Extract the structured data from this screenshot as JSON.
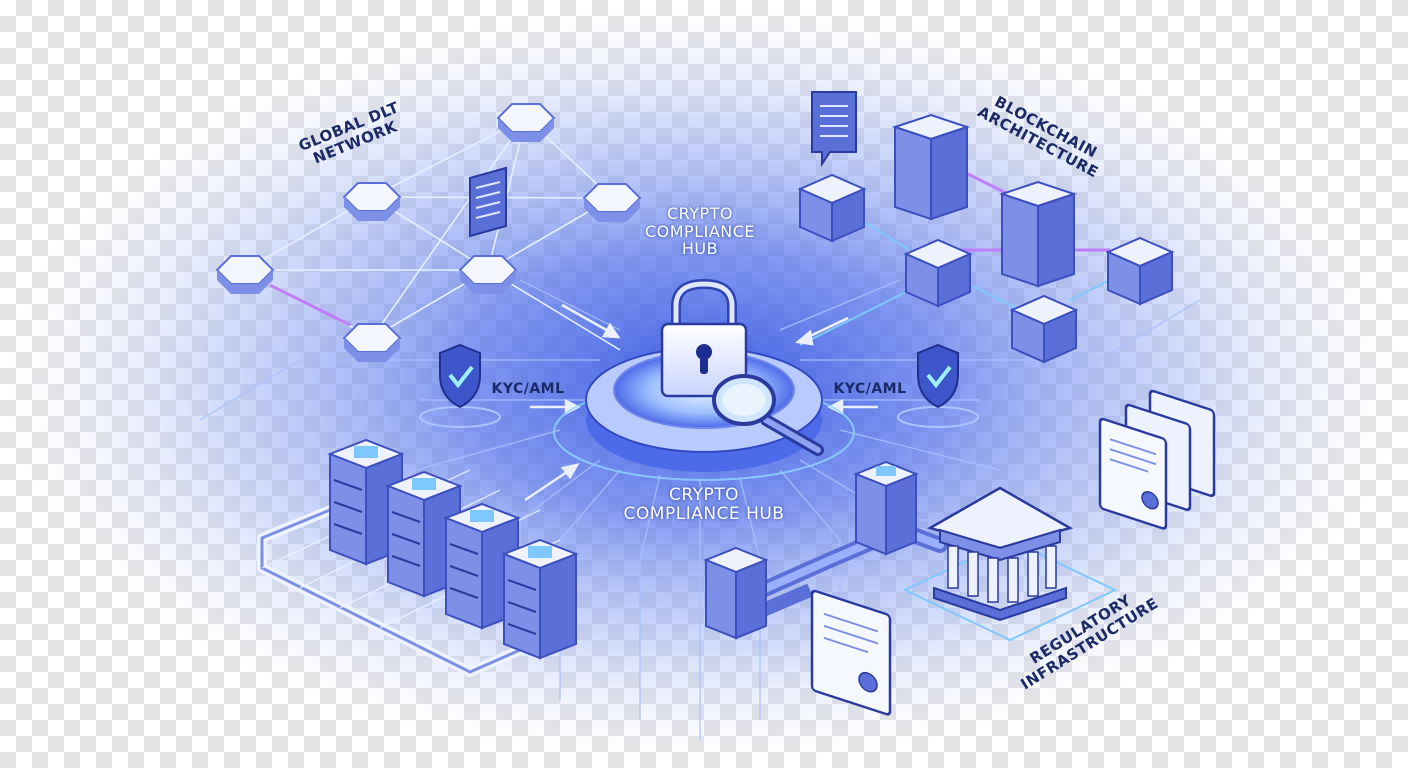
{
  "labels": {
    "global_network": "GLOBAL DLT\nNETWORK",
    "blockchain": "BLOCKCHAIN\nARCHITECTURE",
    "hub_top": "CRYPTO\nCOMPLIANCE\nHUB",
    "hub_bottom": "CRYPTO\nCOMPLIANCE HUB",
    "kyc_left": "KYC/AML",
    "kyc_right": "KYC/AML",
    "regulatory": "REGULATORY\nINFRASTRUCTURE"
  },
  "colors": {
    "glow": "#4a6ef0",
    "circuit": "#9fb6ff",
    "node_top": "#f4f6ff",
    "node_side": "#7d8fe6",
    "purple_link": "#c07dff",
    "label": "#1b2a66"
  },
  "icons": {
    "center": "padlock-icon",
    "magnifier": "magnifier-icon",
    "shield": "shield-check-icon",
    "document": "document-icon",
    "building": "bank-building-icon",
    "certificate": "certificate-icon"
  }
}
